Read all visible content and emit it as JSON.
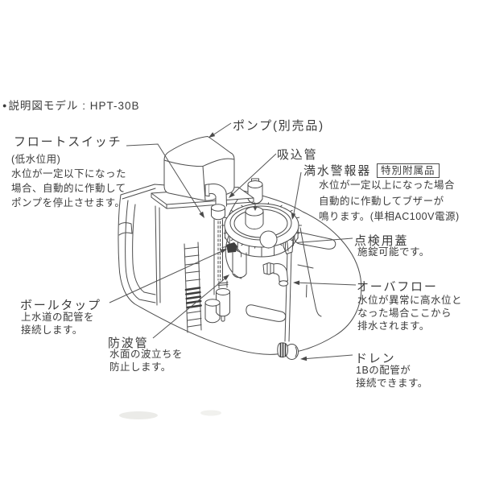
{
  "title": {
    "bullet": "●",
    "text": "説明図モデル : HPT-30B"
  },
  "labels": {
    "pump": {
      "label": "ポンプ(別売品)"
    },
    "suction_pipe": {
      "label": "吸込管"
    },
    "full_water_alarm": {
      "label": "満水警報器",
      "badge": "特別附属品",
      "desc": [
        "水位が一定以上になった場合",
        "自動的に作動してブザーが",
        "鳴ります。(単相AC100V電源)"
      ]
    },
    "inspection_lid": {
      "label": "点検用蓋",
      "desc": [
        "施錠可能です。"
      ]
    },
    "overflow": {
      "label": "オーバフロー",
      "desc": [
        "水位が異常に高水位と",
        "なった場合ここから",
        "排水されます。"
      ]
    },
    "drain": {
      "label": "ドレン",
      "desc": [
        "1Bの配管が",
        "接続できます。"
      ]
    },
    "float_switch": {
      "label": "フロートスイッチ",
      "desc": [
        "(低水位用)",
        "水位が一定以下になった",
        "場合、自動的に作動して",
        "ポンプを停止させます。"
      ]
    },
    "ball_tap": {
      "label": "ボールタップ",
      "desc": [
        "上水道の配管を",
        "接続します。"
      ]
    },
    "wave_pipe": {
      "label": "防波管",
      "desc": [
        "水面の波立ちを",
        "防止します。"
      ]
    }
  },
  "colors": {
    "line": "#4d4d4d",
    "text": "#3b3b3b",
    "leader": "#555555"
  }
}
